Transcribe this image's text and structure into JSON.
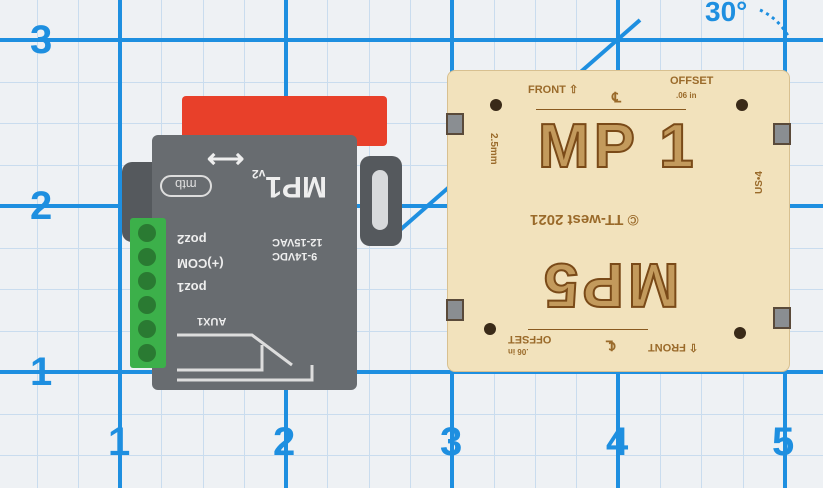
{
  "ruler": {
    "y_labels": [
      "3",
      "2",
      "1"
    ],
    "x_labels": [
      "1",
      "2",
      "3",
      "4",
      "5"
    ],
    "angle_label": "30°"
  },
  "device": {
    "model": "MP1",
    "version": "v2",
    "brand": "mtb",
    "voltage_dc": "9-14VDC",
    "voltage_ac": "12-15VAC",
    "terminals": [
      "poz2",
      "(+)COM",
      "poz1"
    ],
    "aux": "AUX1"
  },
  "plate": {
    "title_top": "MP 1",
    "title_bottom": "MP5",
    "copyright": "TT-west 2021",
    "copyright_symbol": "©",
    "front": "FRONT",
    "offset": "OFFSET",
    "offset_value": ".06 in",
    "centerline": "℄",
    "thickness": "2.5mm",
    "us_label": "US•4"
  }
}
